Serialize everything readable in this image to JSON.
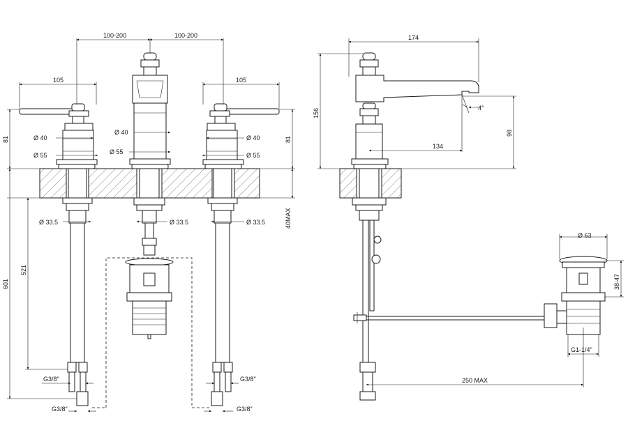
{
  "front_view": {
    "spacing_left": "100-200",
    "spacing_right": "100-200",
    "handle_width_left": "105",
    "handle_width_right": "105",
    "height_left": "81",
    "height_right": "81",
    "dia_40_left": "Ø 40",
    "dia_40_center": "Ø 40",
    "dia_40_right": "Ø 40",
    "dia_55_left": "Ø 55",
    "dia_55_center": "Ø 55",
    "dia_55_right": "Ø 55",
    "dia_335_left": "Ø 33.5",
    "dia_335_center": "Ø 33.5",
    "dia_335_right": "Ø 33.5",
    "deck_max": "40MAX",
    "hose_521": "521",
    "hose_601": "601",
    "thread_upper_left": "G3/8\"",
    "thread_lower_left": "G3/8\"",
    "thread_upper_right": "G3/8\"",
    "thread_lower_right": "G3/8\""
  },
  "side_view": {
    "reach": "174",
    "height": "156",
    "angle": "4°",
    "spout_height": "98",
    "spout_reach": "134",
    "waste_dia": "Ø 63",
    "waste_height": "38-47",
    "waste_thread": "G1-1/4\"",
    "rod_length": "250 MAX"
  }
}
